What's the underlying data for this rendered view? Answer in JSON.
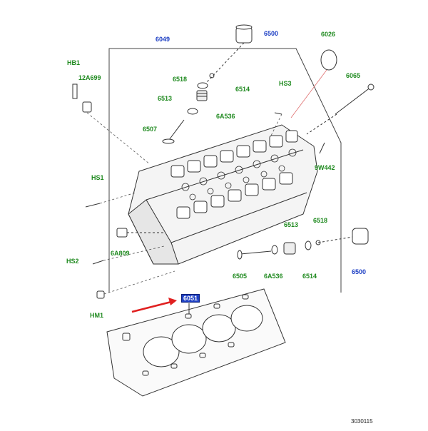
{
  "labels": {
    "p6049": "6049",
    "p6500_top": "6500",
    "p6026": "6026",
    "p6065": "6065",
    "hb1": "HB1",
    "p12a699": "12A699",
    "p6518_top": "6518",
    "p6514_top": "6514",
    "p6513_top": "6513",
    "hs3": "HS3",
    "p6a536_top": "6A536",
    "p6507": "6507",
    "p9w442": "9W442",
    "hs1": "HS1",
    "p6513_bot": "6513",
    "p6518_bot": "6518",
    "p6a809": "6A809",
    "hs2": "HS2",
    "p6505": "6505",
    "p6a536_bot": "6A536",
    "p6514_bot": "6514",
    "p6500_bot": "6500",
    "hm1": "HM1",
    "p6051": "6051"
  },
  "figure_number": "3030115",
  "colors": {
    "part_label": "#1f8a1f",
    "reference_label": "#1d3fc4",
    "highlight_arrow": "#e02020",
    "line_art": "#333333"
  }
}
